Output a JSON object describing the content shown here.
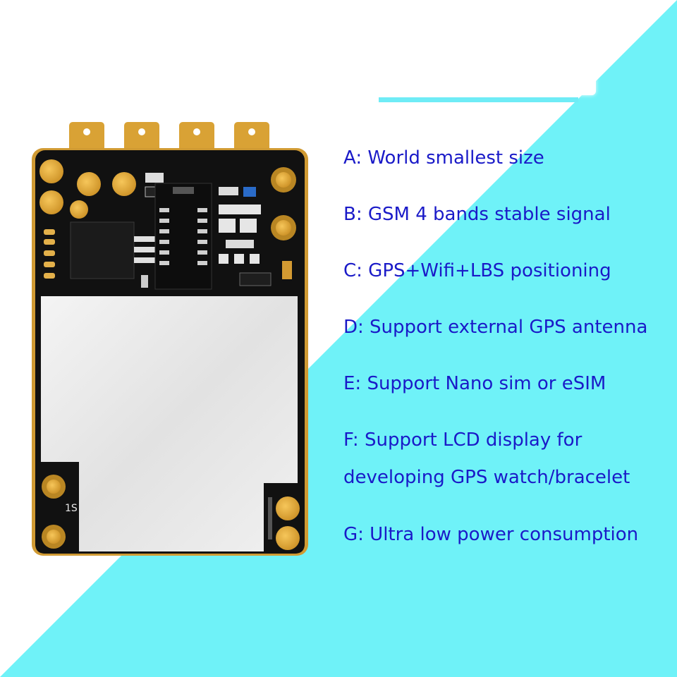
{
  "features": [
    {
      "text": "A: World smallest size"
    },
    {
      "text": "B: GSM 4 bands stable signal"
    },
    {
      "text": "C: GPS+Wifi+LBS positioning"
    },
    {
      "text": "D: Support external GPS antenna"
    },
    {
      "text": "E: Support Nano sim or eSIM"
    },
    {
      "text": "F: Support LCD display for"
    },
    {
      "text": "developing GPS watch/bracelet"
    },
    {
      "text": "G: Ultra low power consumption"
    }
  ],
  "board": {
    "silk_label": "1S"
  },
  "colors": {
    "cyan": "#6ff2f8",
    "text": "#1a1ac8",
    "pcb": "#111111",
    "gold": "#d9a235",
    "shield": "#eaeaea"
  }
}
